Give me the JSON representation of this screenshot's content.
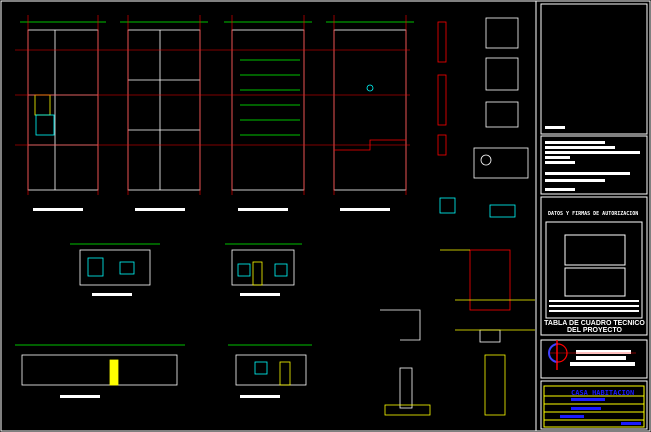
{
  "title_block": {
    "authorization_header": "DATOS Y FIRMAS DE AUTORIZACION",
    "table_caption": "TABLA DE CUADRO TECNICO DEL PROYECTO",
    "project_name": "CASA HABITACION"
  },
  "colors": {
    "background": "#000000",
    "lines": "#ffffff",
    "axis": "#ff0000",
    "dims": "#00ff00",
    "accent": "#ffff00",
    "blue": "#1a1aff",
    "cyan": "#00ffff"
  }
}
